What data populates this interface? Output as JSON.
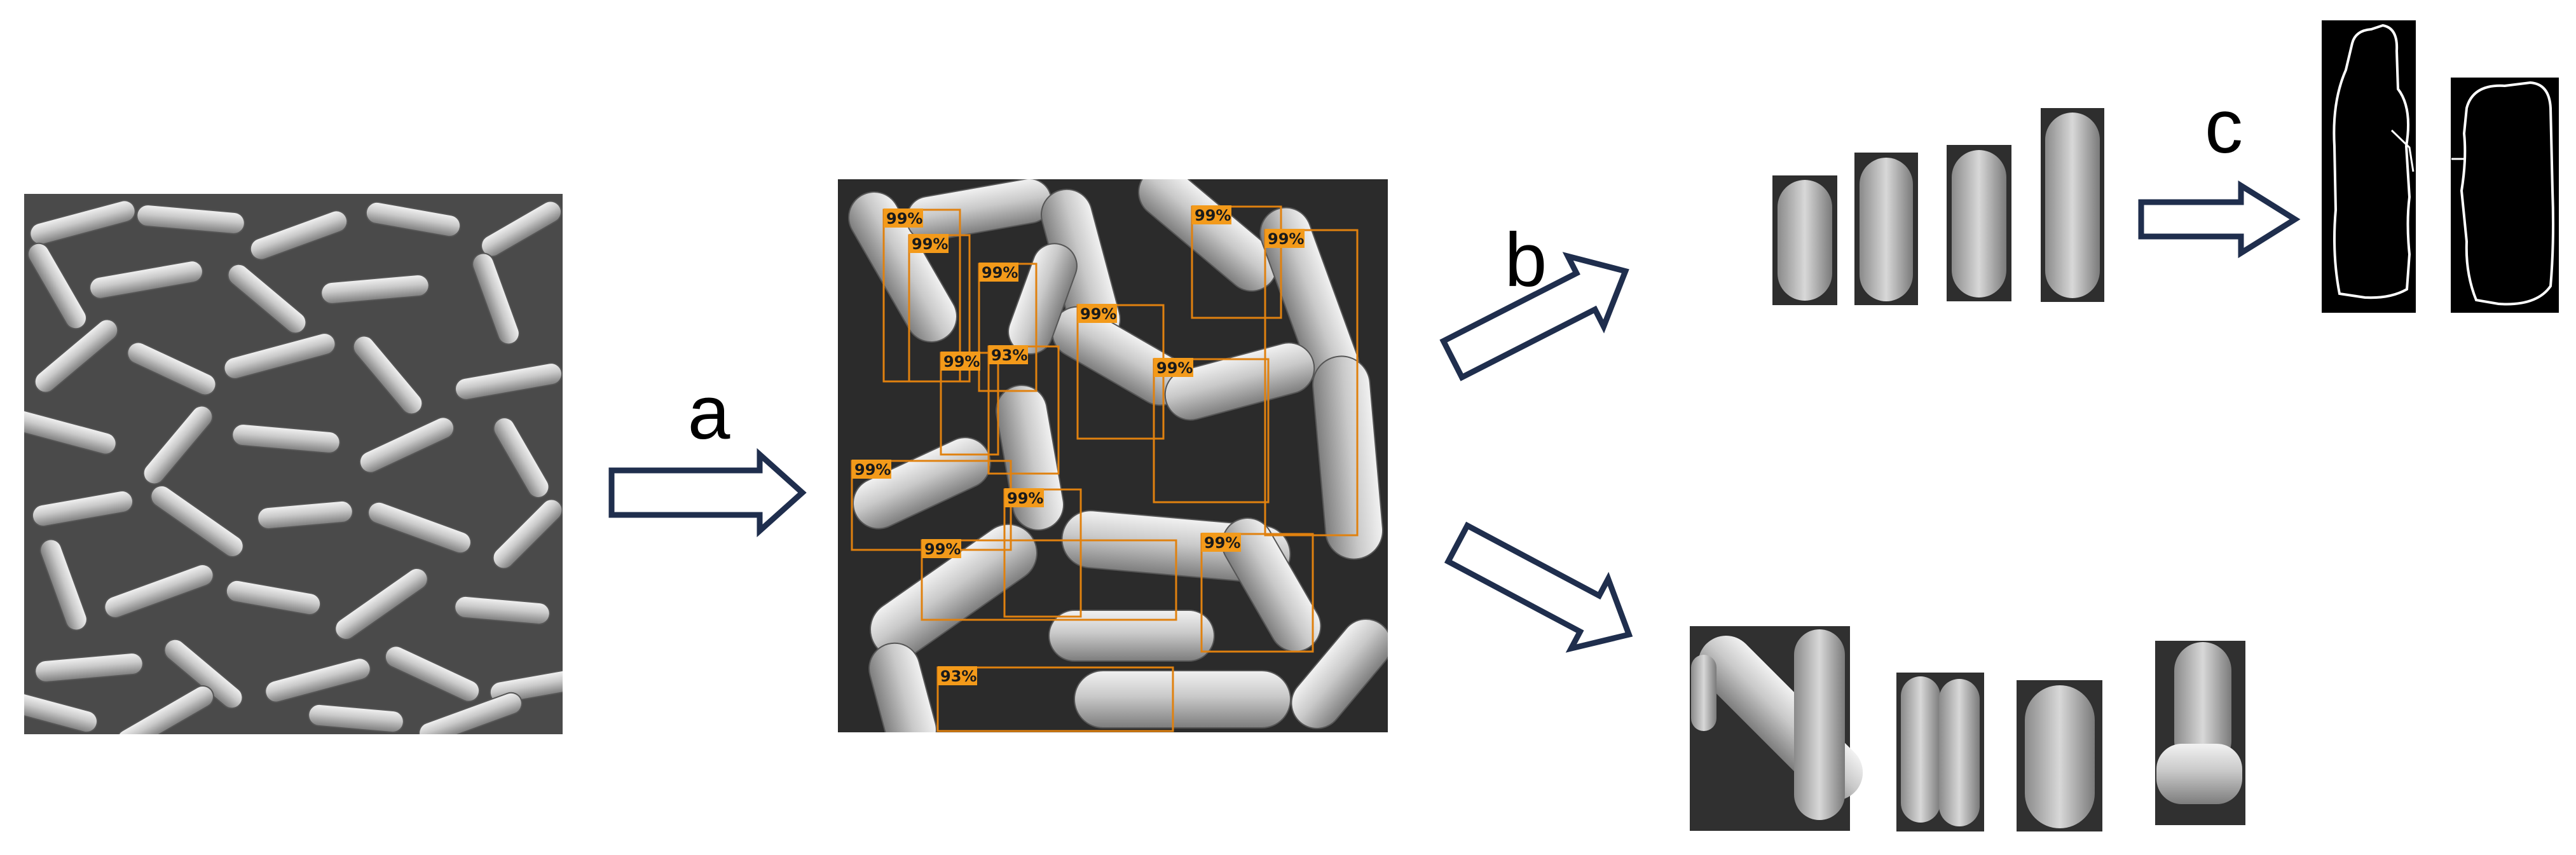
{
  "steps": {
    "a": "a",
    "b": "b",
    "c": "c"
  },
  "detections": [
    "99%",
    "99%",
    "99%",
    "99%",
    "93%",
    "99%",
    "99%",
    "99%",
    "99%",
    "99%",
    "99%",
    "99%",
    "99%",
    "93%"
  ],
  "colors": {
    "arrow_stroke": "#1f2e4d",
    "box_stroke": "#e0810f",
    "label_fill": "#f39a1a",
    "sem_background": "#4a4a4a",
    "bacteria": "#bdbdbd"
  }
}
